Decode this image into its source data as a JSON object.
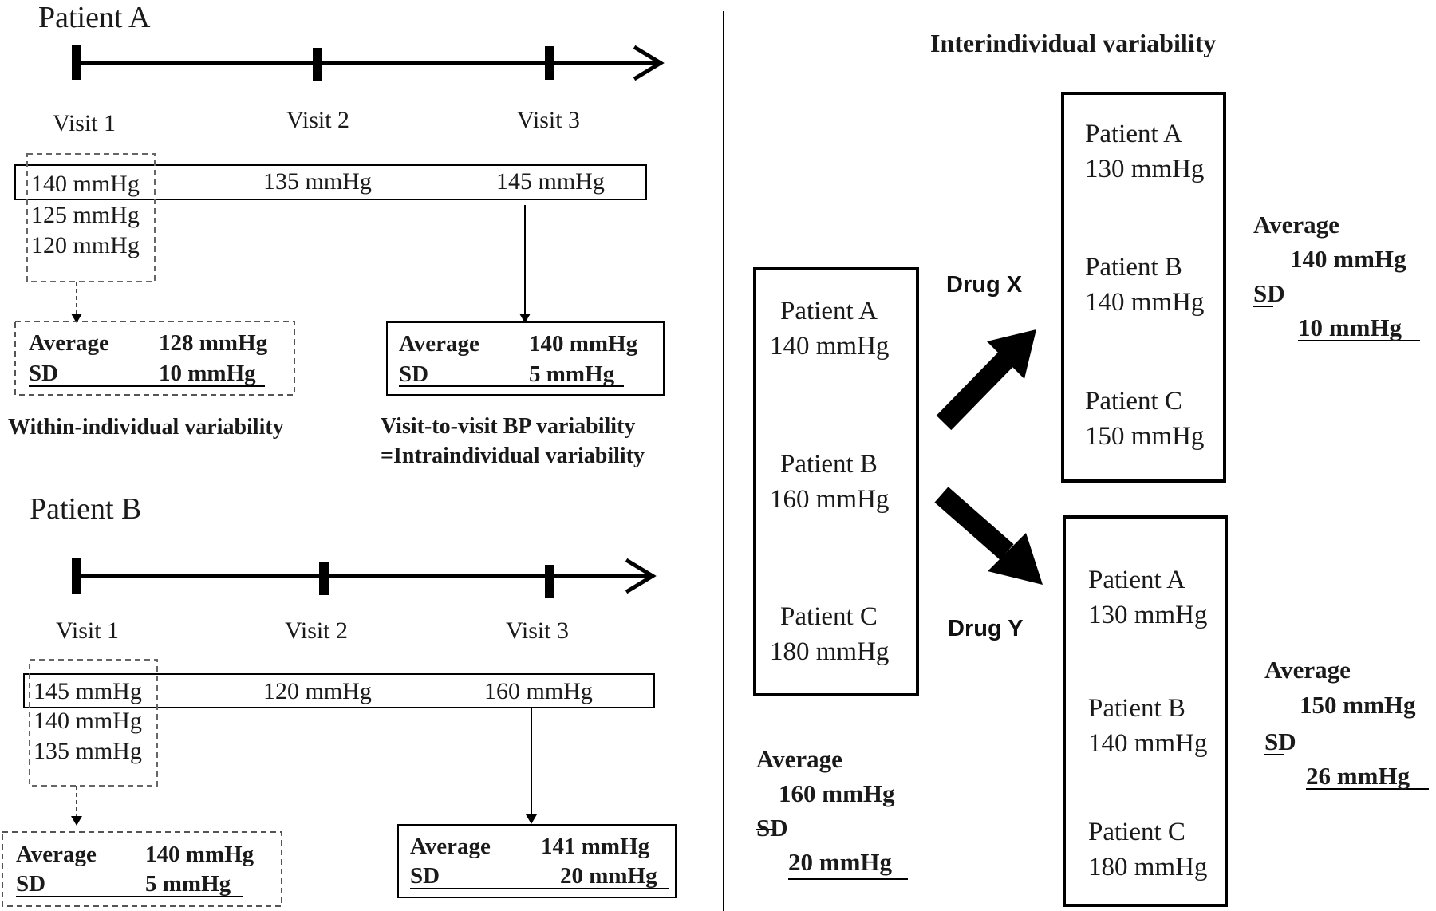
{
  "left": {
    "patientA": {
      "title": "Patient A",
      "visits": [
        "Visit 1",
        "Visit 2",
        "Visit 3"
      ],
      "visit1_readings": [
        "140 mmHg",
        "125 mmHg",
        "120 mmHg"
      ],
      "visit2_reading": "135 mmHg",
      "visit3_reading": "145 mmHg",
      "within": {
        "avg_label": "Average",
        "avg_value": "128 mmHg",
        "sd_label": "SD",
        "sd_value": "10 mmHg"
      },
      "visit_to_visit": {
        "avg_label": "Average",
        "avg_value": "140 mmHg",
        "sd_label": "SD",
        "sd_value": "5 mmHg"
      },
      "within_caption": "Within-individual variability",
      "vtv_caption_line1": "Visit-to-visit BP variability",
      "vtv_caption_line2": "=Intraindividual variability"
    },
    "patientB": {
      "title": "Patient B",
      "visits": [
        "Visit 1",
        "Visit 2",
        "Visit 3"
      ],
      "visit1_readings": [
        "145 mmHg",
        "140 mmHg",
        "135 mmHg"
      ],
      "visit2_reading": "120 mmHg",
      "visit3_reading": "160 mmHg",
      "within": {
        "avg_label": "Average",
        "avg_value": "140 mmHg",
        "sd_label": "SD",
        "sd_value": "5 mmHg"
      },
      "visit_to_visit": {
        "avg_label": "Average",
        "avg_value": "141 mmHg",
        "sd_label": "SD",
        "sd_value": "20 mmHg"
      }
    }
  },
  "right": {
    "title": "Interindividual variability",
    "baseline": {
      "patients": [
        {
          "name": "Patient A",
          "value": "140 mmHg"
        },
        {
          "name": "Patient B",
          "value": "160 mmHg"
        },
        {
          "name": "Patient C",
          "value": "180 mmHg"
        }
      ],
      "avg_label": "Average",
      "avg_value": "160 mmHg",
      "sd_label": "SD",
      "sd_value": "20 mmHg"
    },
    "drugX": {
      "label": "Drug X",
      "patients": [
        {
          "name": "Patient A",
          "value": "130 mmHg"
        },
        {
          "name": "Patient B",
          "value": "140 mmHg"
        },
        {
          "name": "Patient C",
          "value": "150 mmHg"
        }
      ],
      "avg_label": "Average",
      "avg_value": "140 mmHg",
      "sd_label": "SD",
      "sd_value": "10 mmHg"
    },
    "drugY": {
      "label": "Drug Y",
      "patients": [
        {
          "name": "Patient A",
          "value": "130 mmHg"
        },
        {
          "name": "Patient B",
          "value": "140 mmHg"
        },
        {
          "name": "Patient C",
          "value": "180 mmHg"
        }
      ],
      "avg_label": "Average",
      "avg_value": "150 mmHg",
      "sd_label": "SD",
      "sd_value": "26 mmHg"
    }
  }
}
